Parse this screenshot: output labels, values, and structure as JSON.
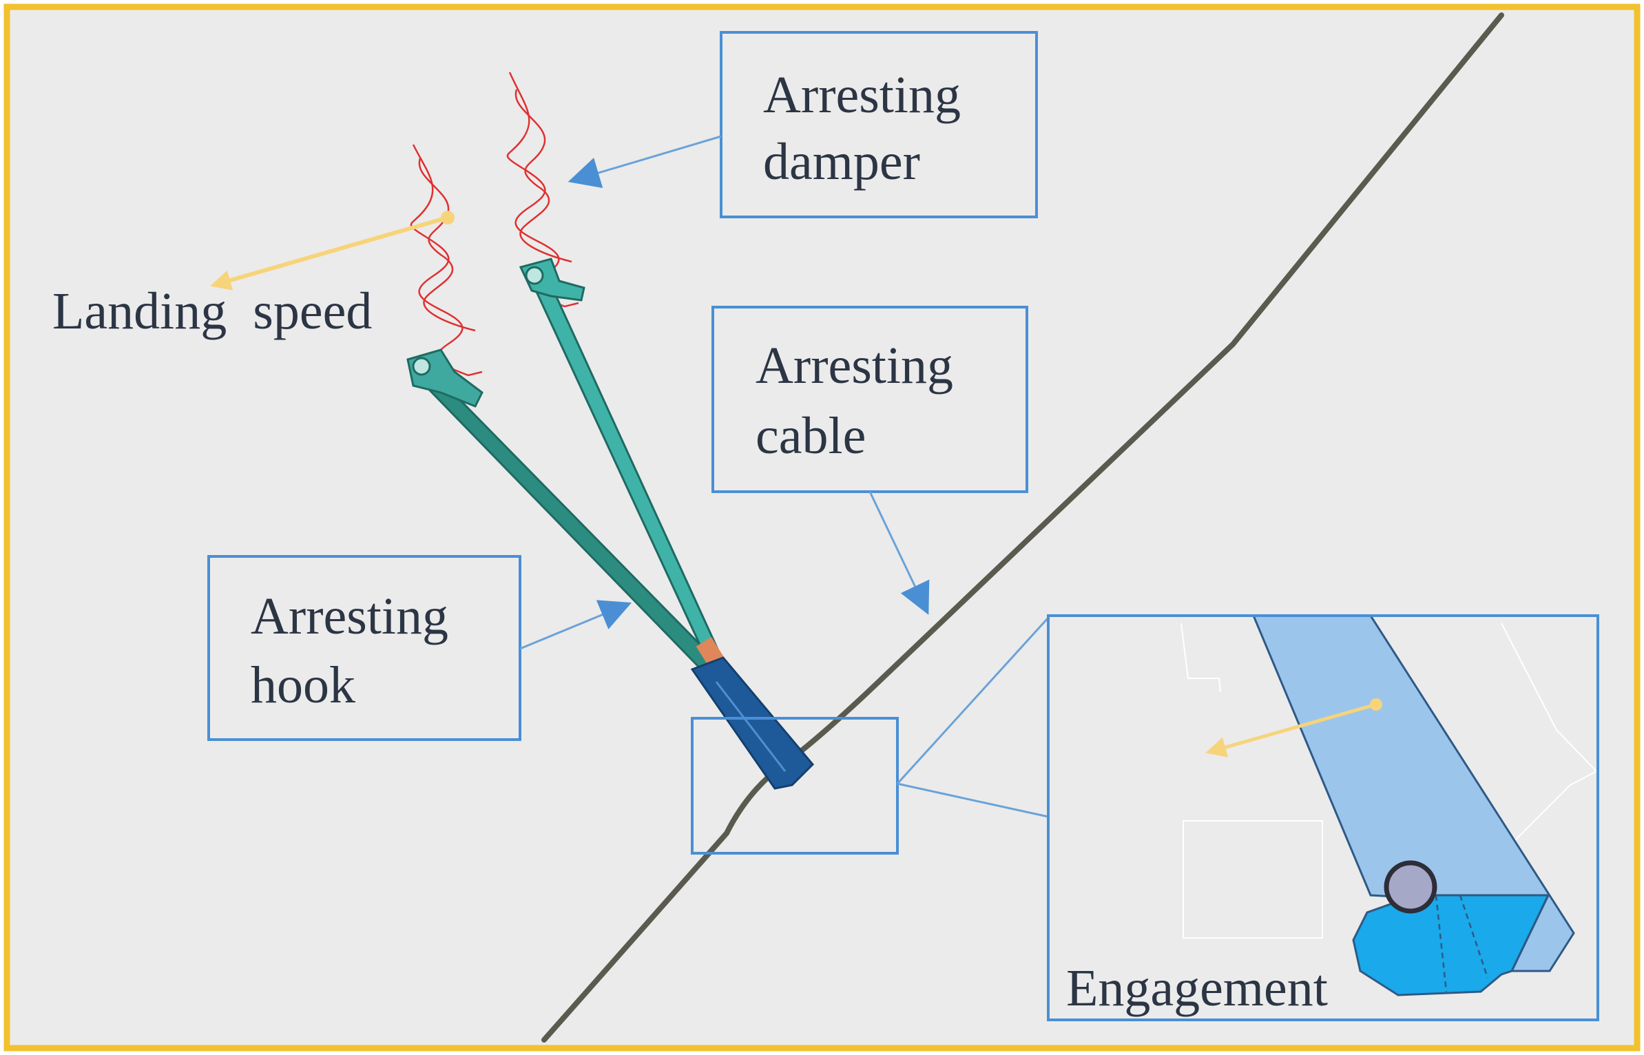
{
  "labels": {
    "arresting_damper": [
      "Arresting",
      "damper"
    ],
    "arresting_cable": [
      "Arresting",
      "cable"
    ],
    "arresting_hook": [
      "Arresting",
      "hook"
    ],
    "landing_speed": "Landing  speed",
    "engagement": "Engagement"
  },
  "colors": {
    "frame_border": "#f2c12e",
    "background": "#ebebeb",
    "callout_box": "#4a8fd4",
    "cable": "#5a5a4e",
    "hook_rod": "#3fa9a0",
    "hook_head": "#1e5a9a",
    "damper_spring": "#e03030",
    "velocity_arrow": "#f7d47a",
    "inset_hook": "#9cc5ec",
    "inset_hook_tip": "#1aa9ea",
    "inset_cable": "#a6a8c8"
  }
}
